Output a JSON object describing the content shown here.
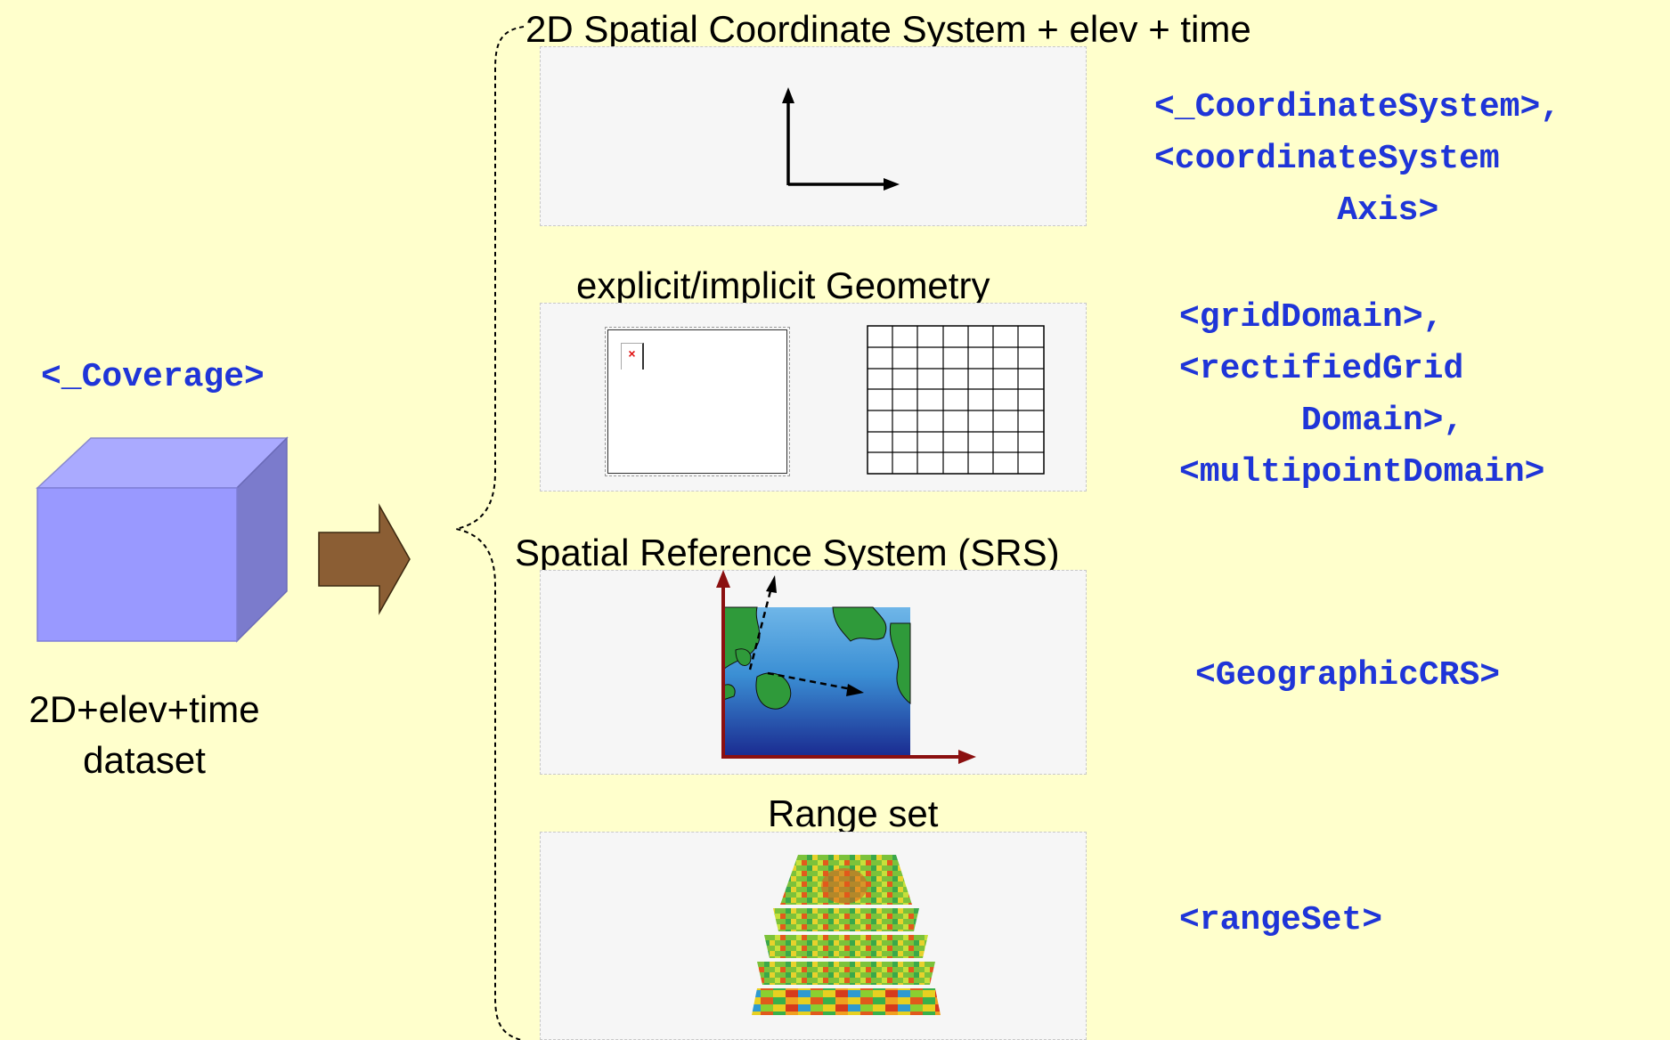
{
  "coverage_tag": "<_Coverage>",
  "dataset_label": [
    "2D+elev+time",
    "dataset"
  ],
  "sections": {
    "coordinate_system": {
      "title": "2D Spatial Coordinate System + elev + time",
      "tags": "<_CoordinateSystem>,\n<coordinateSystem\n         Axis>"
    },
    "geometry": {
      "title": "explicit/implicit Geometry",
      "tags": "<gridDomain>,\n<rectifiedGrid\n      Domain>,\n<multipointDomain>"
    },
    "srs": {
      "title": "Spatial Reference System (SRS)",
      "tags": "<GeographicCRS>"
    },
    "range_set": {
      "title": "Range set",
      "tags": "<rangeSet>"
    }
  },
  "colors": {
    "background": "#ffffcc",
    "tag_text": "#1f35d8",
    "cube_front": "#9999ff",
    "cube_top": "#aaaaff",
    "cube_side": "#7b7bcc",
    "arrow": "#8b5e34",
    "srs_axis": "#8b1010"
  }
}
